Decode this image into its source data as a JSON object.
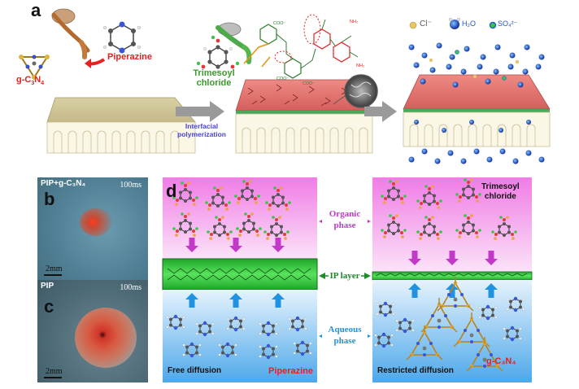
{
  "panel_a": {
    "label": "a",
    "gcn": "g-C3N4",
    "piperazine": "Piperazine",
    "tmc_line1": "Trimesoyl",
    "tmc_line2": "chloride",
    "ip_line1": "Interfacial",
    "ip_line2": "polymerization",
    "legend_cl": "Cl⁻",
    "legend_h2o": "H₂O",
    "legend_so4": "SO₄²⁻"
  },
  "panel_b": {
    "label": "b",
    "title": "PIP+g-C₃N₄",
    "time": "100ms",
    "scale": "2mm"
  },
  "panel_c": {
    "label": "c",
    "title": "PIP",
    "time": "100ms",
    "scale": "2mm"
  },
  "panel_d": {
    "label": "d",
    "organic_line1": "Organic",
    "organic_line2": "phase",
    "ip_layer": "IP layer",
    "aqueous_line1": "Aqueous",
    "aqueous_line2": "phase",
    "tmc_line1": "Trimesoyl",
    "tmc_line2": "chloride",
    "free_diffusion": "Free diffusion",
    "piperazine": "Piperazine",
    "restricted_diffusion": "Restricted diffusion",
    "gcn": "g-C₃N₄"
  },
  "colors": {
    "organic_phase": "#f07ce6",
    "aqueous_phase": "#4da8ea",
    "ip_layer": "#31c43a",
    "arrow_down": "#c338c8",
    "arrow_up": "#1f93e0"
  }
}
